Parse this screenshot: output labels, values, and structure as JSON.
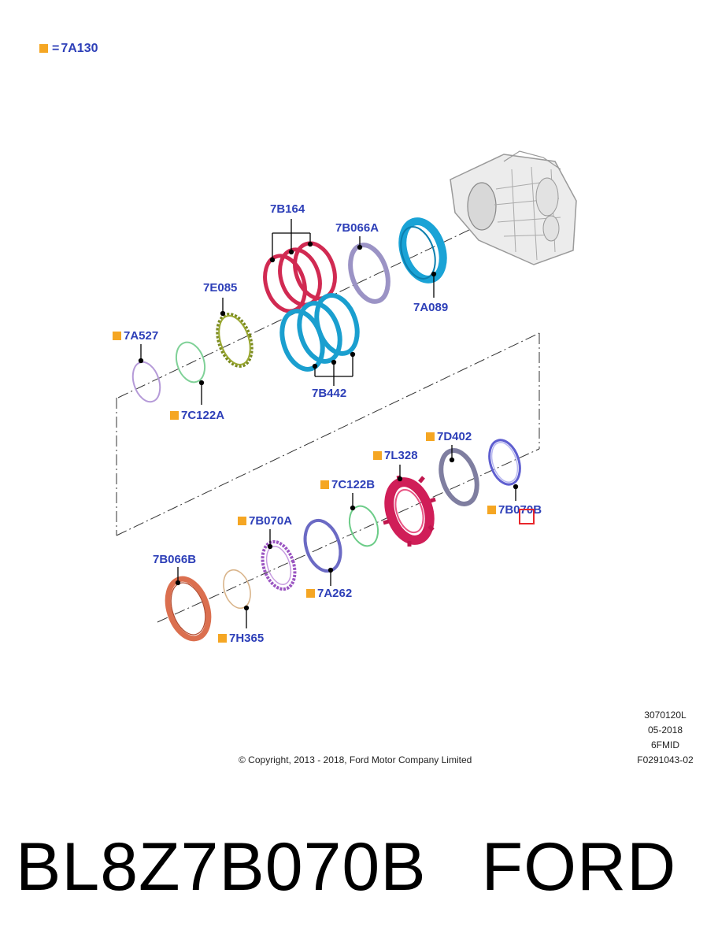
{
  "legend": {
    "marker_color": "#f5a623",
    "equals": "=",
    "part": "7A130"
  },
  "parts": {
    "p_7B164": "7B164",
    "p_7B066A": "7B066A",
    "p_7A089": "7A089",
    "p_7E085": "7E085",
    "p_7A527": "7A527",
    "p_7C122A": "7C122A",
    "p_7B442": "7B442",
    "p_7D402": "7D402",
    "p_7L328": "7L328",
    "p_7C122B": "7C122B",
    "p_7B070B": "7B070B",
    "p_7B070A": "7B070A",
    "p_7B066B": "7B066B",
    "p_7A262": "7A262",
    "p_7H365": "7H365"
  },
  "copyright": "© Copyright, 2013 - 2018, Ford Motor Company Limited",
  "meta": {
    "code": "3070120L",
    "date": "05-2018",
    "model": "6FMID",
    "figure": "F0291043-02"
  },
  "title": {
    "part_number": "BL8Z7B070B",
    "brand": "FORD"
  },
  "colors": {
    "label": "#2d3fb8",
    "marker": "#f5a623",
    "highlight": "#e8262b"
  }
}
